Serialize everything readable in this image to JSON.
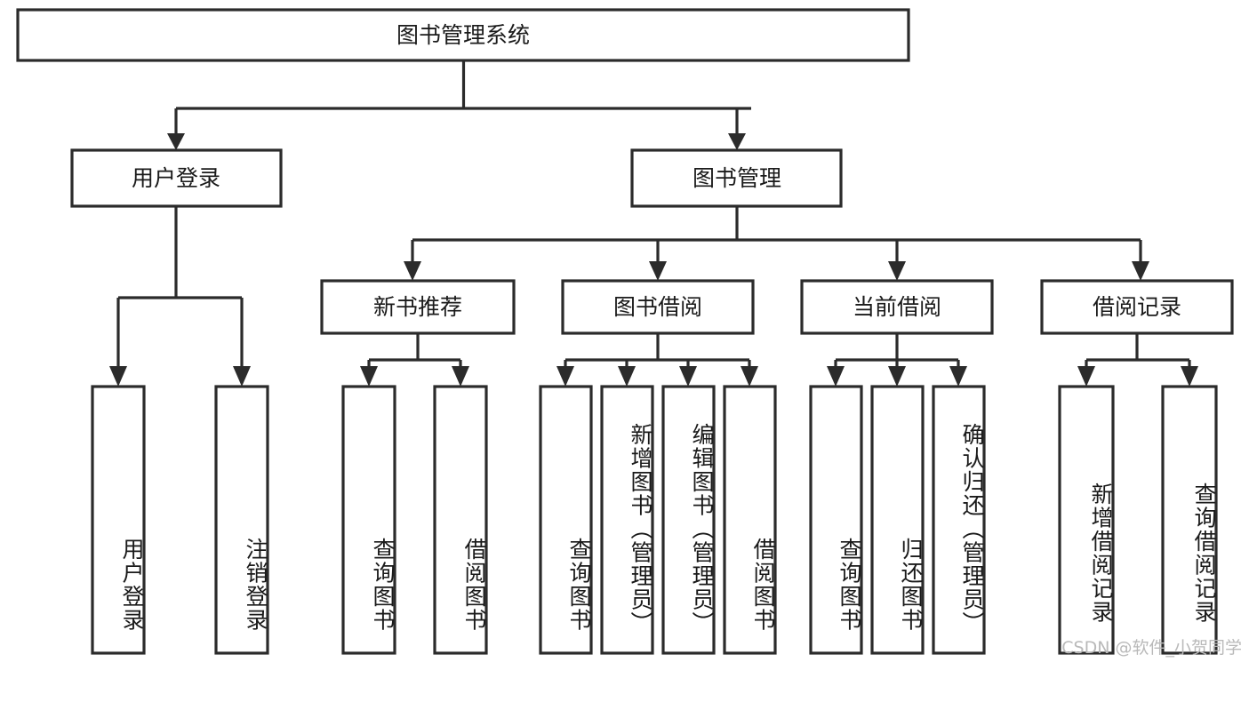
{
  "diagram": {
    "type": "tree-hierarchy-diagram",
    "title": "图书管理系统",
    "watermark": "CSDN @软件_小贺同学",
    "colors": {
      "stroke": "#2b2b2b",
      "fill": "#ffffff",
      "text": "#1a1a1a",
      "watermark": "#b9b9b9",
      "background": "#ffffff"
    },
    "levels": {
      "root": {
        "label": "图书管理系统"
      },
      "level2": [
        {
          "label": "用户登录"
        },
        {
          "label": "图书管理"
        }
      ],
      "level3": [
        {
          "label": "新书推荐"
        },
        {
          "label": "图书借阅"
        },
        {
          "label": "当前借阅"
        },
        {
          "label": "借阅记录"
        }
      ],
      "leaves": {
        "user_login": [
          {
            "label": "用户登录"
          },
          {
            "label": "注销登录"
          }
        ],
        "new_book_recommend": [
          {
            "label": "查询图书"
          },
          {
            "label": "借阅图书"
          }
        ],
        "book_borrow": [
          {
            "label": "查询图书"
          },
          {
            "label": "新增图书（管理员）"
          },
          {
            "label": "编辑图书（管理员）"
          },
          {
            "label": "借阅图书"
          }
        ],
        "current_borrow": [
          {
            "label": "查询图书"
          },
          {
            "label": "归还图书"
          },
          {
            "label": "确认归还（管理员）"
          }
        ],
        "borrow_record": [
          {
            "label": "新增借阅记录"
          },
          {
            "label": "查询借阅记录"
          }
        ]
      }
    }
  }
}
